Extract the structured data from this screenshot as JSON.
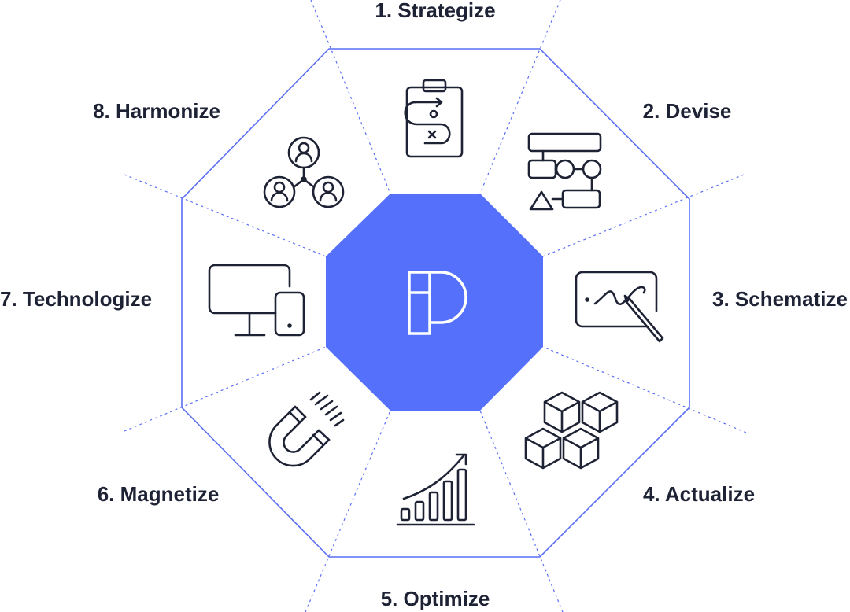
{
  "steps": [
    {
      "label": "1. Strategize",
      "icon": "clipboard-strategy-icon"
    },
    {
      "label": "2. Devise",
      "icon": "flowchart-icon"
    },
    {
      "label": "3. Schematize",
      "icon": "drawing-tablet-icon"
    },
    {
      "label": "4. Actualize",
      "icon": "cubes-icon"
    },
    {
      "label": "5. Optimize",
      "icon": "growth-chart-icon"
    },
    {
      "label": "6. Magnetize",
      "icon": "magnet-icon"
    },
    {
      "label": "7. Technologize",
      "icon": "devices-icon"
    },
    {
      "label": "8. Harmonize",
      "icon": "team-network-icon"
    }
  ],
  "center": {
    "icon": "brand-logo-icon"
  },
  "colors": {
    "accent": "#5570fb",
    "line": "#5a6ff5",
    "text": "#1e2235"
  }
}
